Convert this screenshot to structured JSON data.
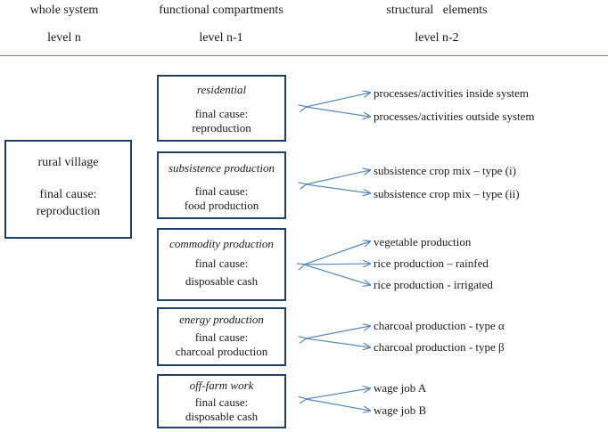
{
  "headers": {
    "whole": {
      "title": "whole system",
      "level": "level n"
    },
    "functional": {
      "title": "functional compartments",
      "level": "level n-1"
    },
    "structural": {
      "title": "structural   elements",
      "level": "level n-2"
    }
  },
  "whole_system": {
    "title": "rural village",
    "final_cause": "final cause:\nreproduction"
  },
  "compartments": [
    {
      "title": "residential",
      "final_cause": "final cause:\nreproduction",
      "elements": [
        "processes/activities inside system",
        "processes/activities outside system"
      ]
    },
    {
      "title": "subsistence production",
      "final_cause": "final cause:\nfood production",
      "elements": [
        "subsistence crop mix – type (i)",
        "subsistence crop mix – type (ii)"
      ]
    },
    {
      "title": "commodity production",
      "final_cause": "final cause:\ndisposable cash",
      "elements": [
        "vegetable production",
        "rice production – rainfed",
        "rice production - irrigated"
      ]
    },
    {
      "title": "energy production",
      "final_cause": "final cause:\ncharcoal production",
      "elements": [
        "charcoal production - type α",
        "charcoal production - type β"
      ]
    },
    {
      "title": "off-farm work",
      "final_cause": "final cause:\ndisposable cash",
      "elements": [
        "wage  job A",
        "wage  job B"
      ]
    }
  ],
  "colors": {
    "box_border": "#1f3f66",
    "arrow": "#5b88b8",
    "divider": "#5b88b8"
  }
}
